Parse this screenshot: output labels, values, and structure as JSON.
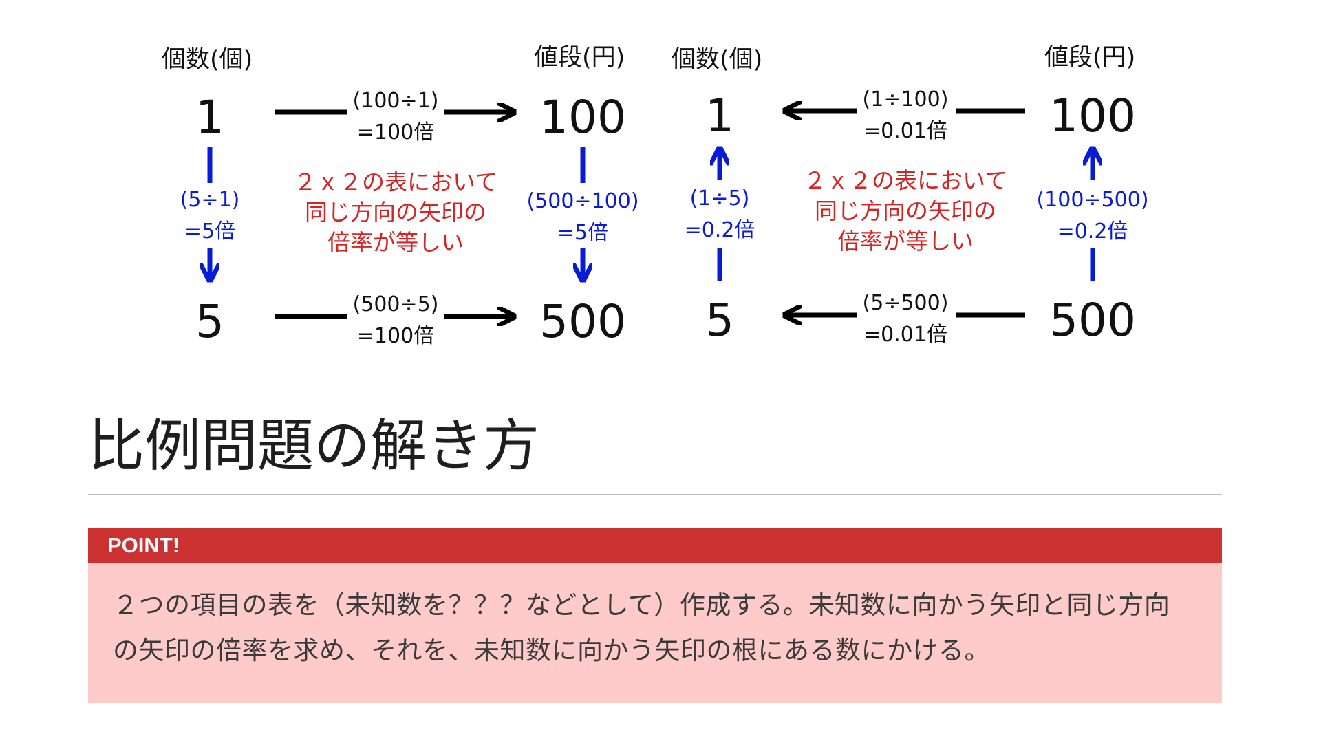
{
  "diagram": {
    "left": {
      "count_header": "個数(個)",
      "price_header": "値段(円)",
      "top_count": "1",
      "top_price": "100",
      "bottom_count": "5",
      "bottom_price": "500",
      "top_ratio": "(100÷1)",
      "top_result": "=100倍",
      "bottom_ratio": "(500÷5)",
      "bottom_result": "=100倍",
      "count_ratio": "(5÷1)",
      "count_result": "=5倍",
      "price_ratio": "(500÷100)",
      "price_result": "=5倍",
      "rule_line1": "２ｘ２の表において",
      "rule_line2": "同じ方向の矢印の",
      "rule_line3": "倍率が等しい"
    },
    "right": {
      "count_header": "個数(個)",
      "price_header": "値段(円)",
      "top_count": "1",
      "top_price": "100",
      "bottom_count": "5",
      "bottom_price": "500",
      "top_ratio": "(1÷100)",
      "top_result": "=0.01倍",
      "bottom_ratio": "(5÷500)",
      "bottom_result": "=0.01倍",
      "count_ratio": "(1÷5)",
      "count_result": "=0.2倍",
      "price_ratio": "(100÷500)",
      "price_result": "=0.2倍",
      "rule_line1": "２ｘ２の表において",
      "rule_line2": "同じ方向の矢印の",
      "rule_line3": "倍率が等しい"
    },
    "colors": {
      "horizontal_arrow": "#000000",
      "vertical_arrow": "#0a1bd6",
      "rule_text": "#d42424"
    }
  },
  "section": {
    "title": "比例問題の解き方"
  },
  "point": {
    "label": "POINT!",
    "text": "２つの項目の表を（未知数を？？？などとして）作成する。未知数に向かう矢印と同じ方向の矢印の倍率を求め、それを、未知数に向かう矢印の根にある数にかける。",
    "colors": {
      "bar": "#cc3131",
      "body": "#fecaca"
    }
  }
}
